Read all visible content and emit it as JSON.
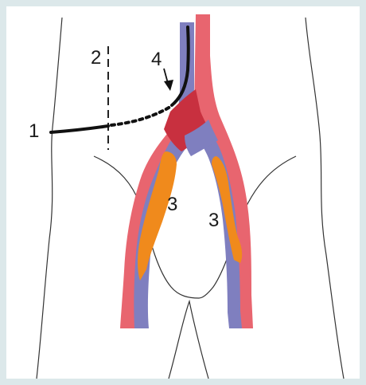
{
  "diagram": {
    "labels": {
      "catheter": "1",
      "incision_line": "2",
      "graft": "3",
      "vein": "4"
    },
    "colors": {
      "background_border": "#dce8ea",
      "panel": "#ffffff",
      "artery": "#e8656f",
      "artery_overlap": "#c8303f",
      "vein": "#7f7fbf",
      "graft": "#f08a1c",
      "outline": "#333333",
      "catheter": "#111111"
    }
  }
}
